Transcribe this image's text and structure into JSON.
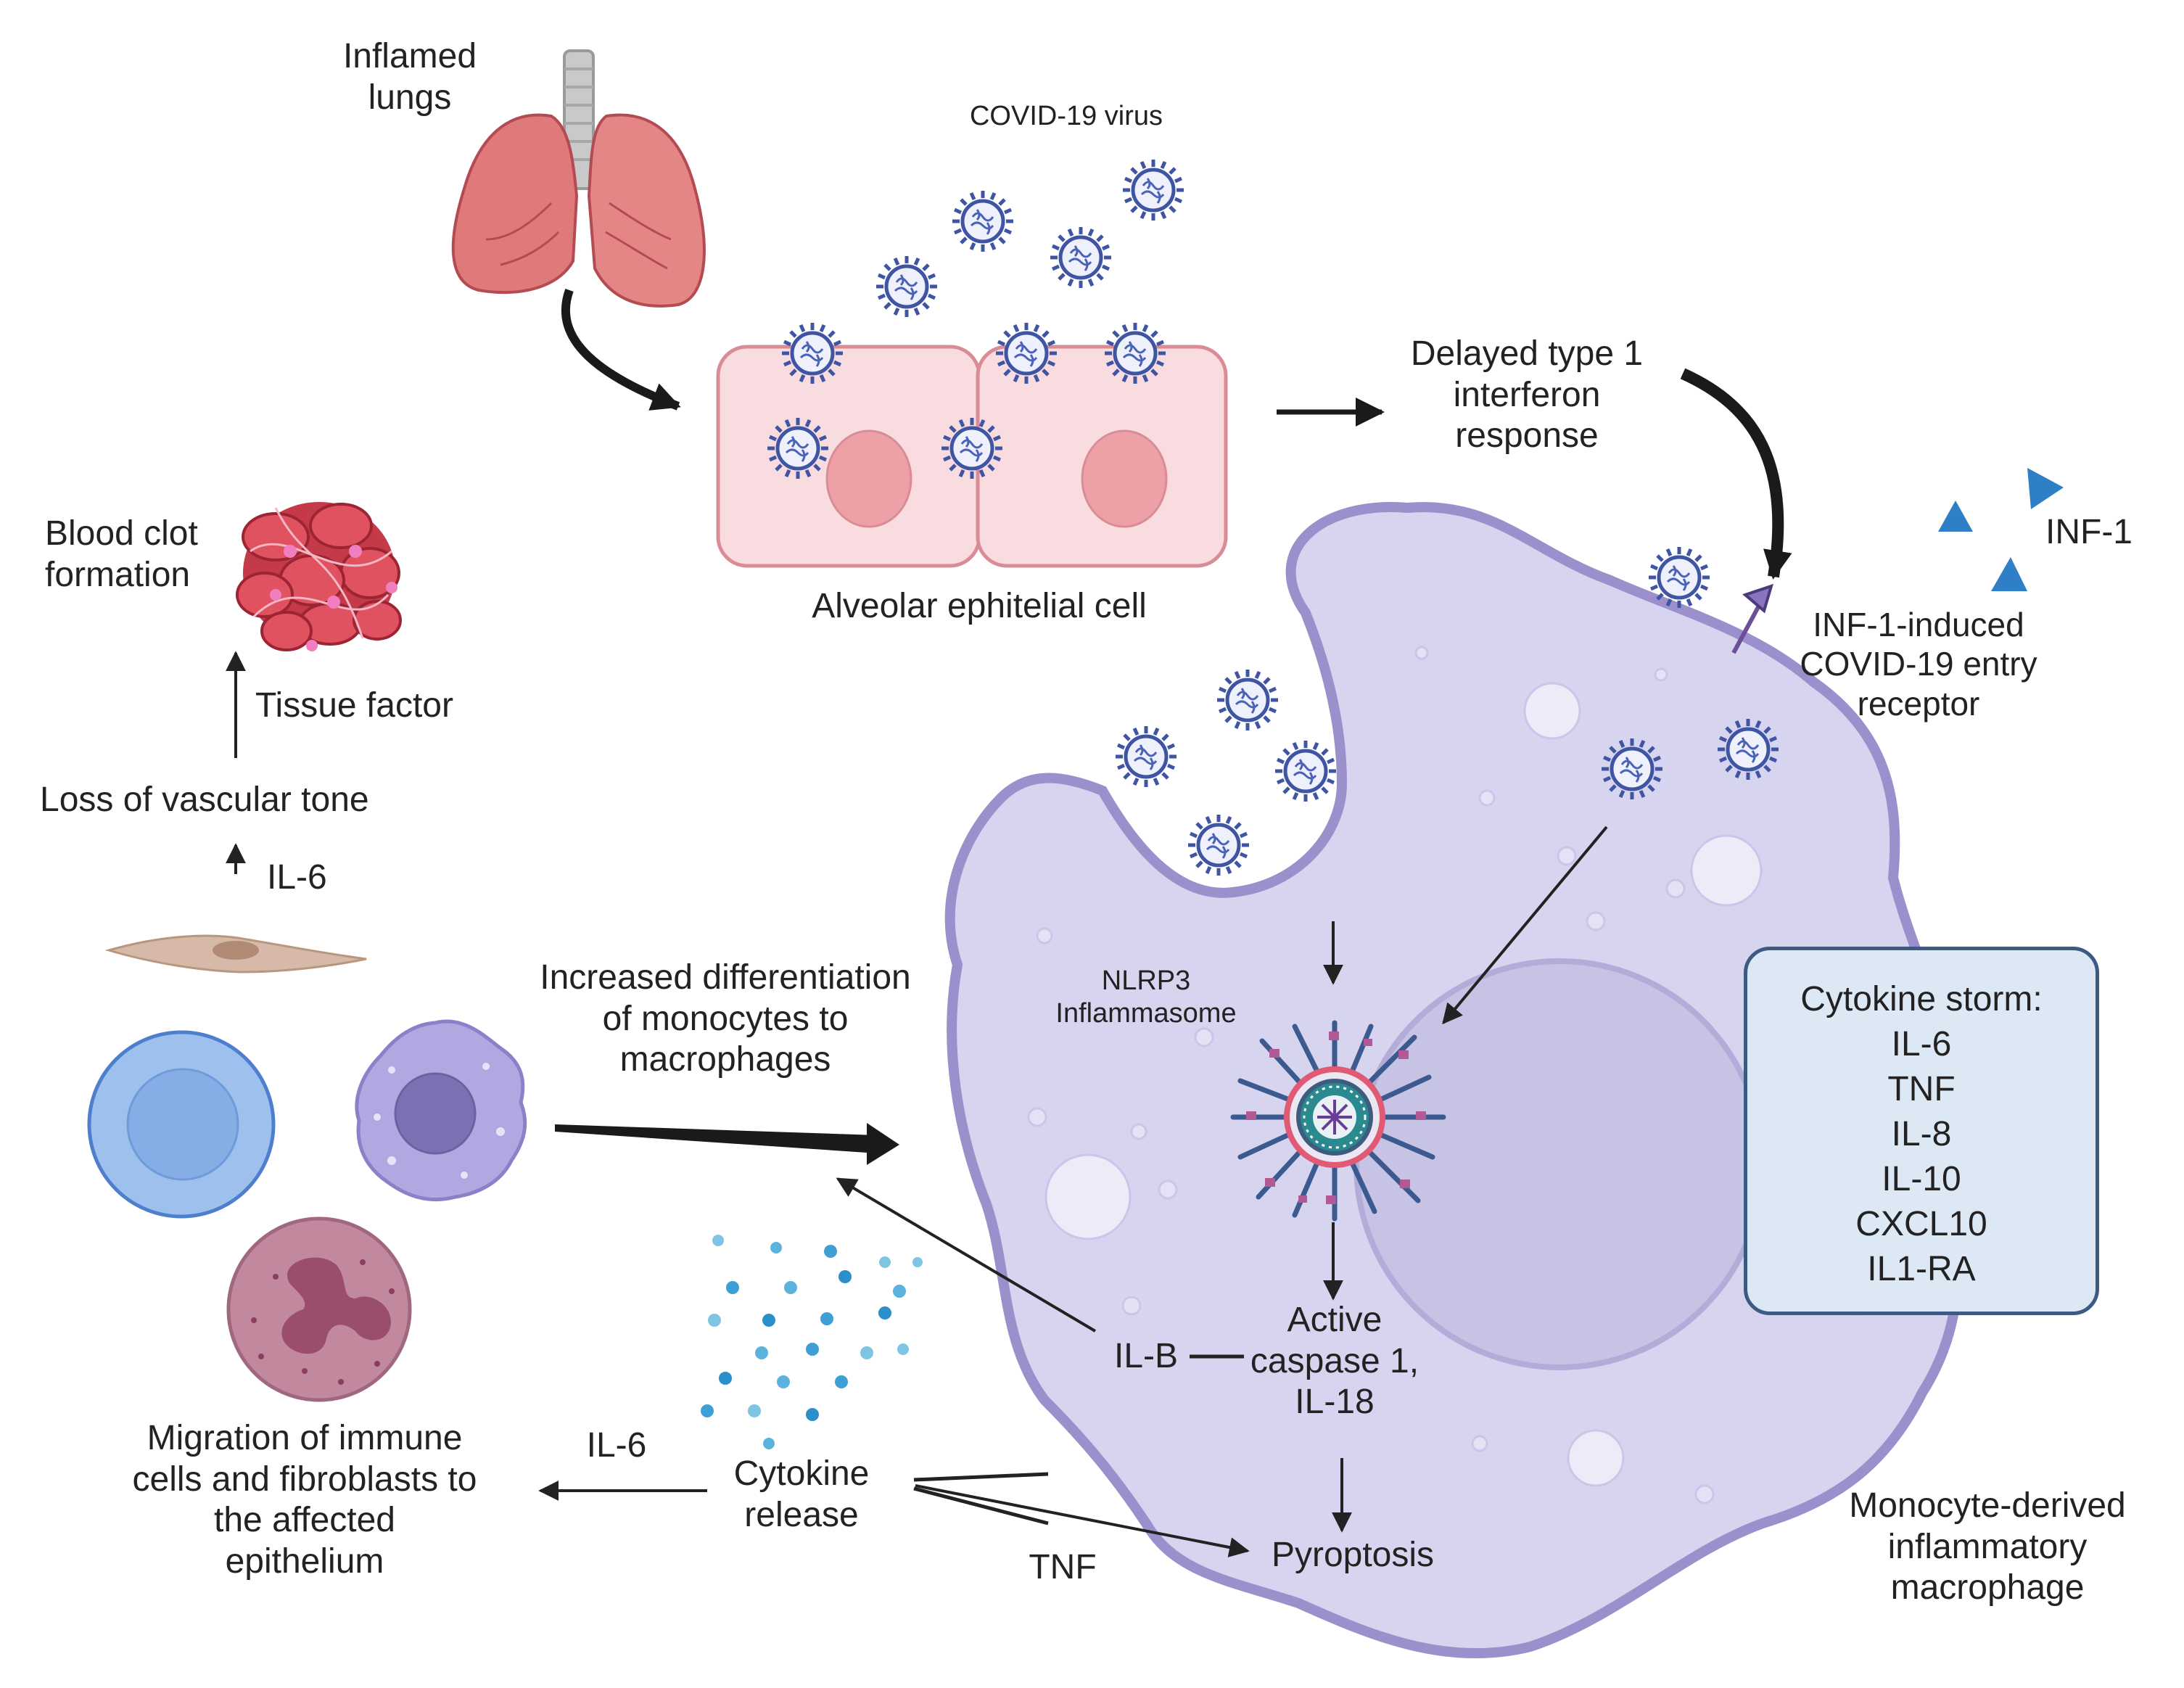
{
  "labels": {
    "inflamed_lungs": [
      "Inflamed",
      "lungs"
    ],
    "virus": "COVID-19 virus",
    "alveolar": "Alveolar ephitelial cell",
    "delayed": [
      "Delayed type 1",
      "interferon",
      "response"
    ],
    "inf1": "INF-1",
    "receptor": [
      "INF-1-induced",
      "COVID-19 entry",
      "receptor"
    ],
    "blood_clot": [
      "Blood clot",
      "formation"
    ],
    "tissue_factor": "Tissue factor",
    "loss_vascular": "Loss of vascular tone",
    "il6_upper": "IL-6",
    "differentiation": [
      "Increased differentiation",
      "of monocytes to",
      "macrophages"
    ],
    "nlrp3": [
      "NLRP3",
      "Inflammasome"
    ],
    "ilb": "IL-B",
    "caspase": [
      "Active",
      "caspase 1,",
      "IL-18"
    ],
    "cytokine_release": [
      "Cytokine",
      "release"
    ],
    "il6_lower": "IL-6",
    "tnf": "TNF",
    "pyroptosis": "Pyroptosis",
    "migration": [
      "Migration of immune",
      "cells and fibroblasts to",
      "the affected",
      "epithelium"
    ],
    "macrophage": [
      "Monocyte-derived",
      "inflammatory",
      "macrophage"
    ]
  },
  "cytokine_storm": {
    "title": "Cytokine storm:",
    "items": [
      "IL-6",
      "TNF",
      "IL-8",
      "IL-10",
      "CXCL10",
      "IL1-RA"
    ]
  },
  "colors": {
    "macrophage_fill": "#d6d4ef",
    "macrophage_stroke": "#9b8fcc",
    "alveolar_fill": "#f8dcdf",
    "alveolar_stroke": "#d98c95",
    "virus": "#3f55a3",
    "inf1": "#2f7fc6",
    "storm_box": "#dde8f5",
    "storm_border": "#3c5a82"
  }
}
